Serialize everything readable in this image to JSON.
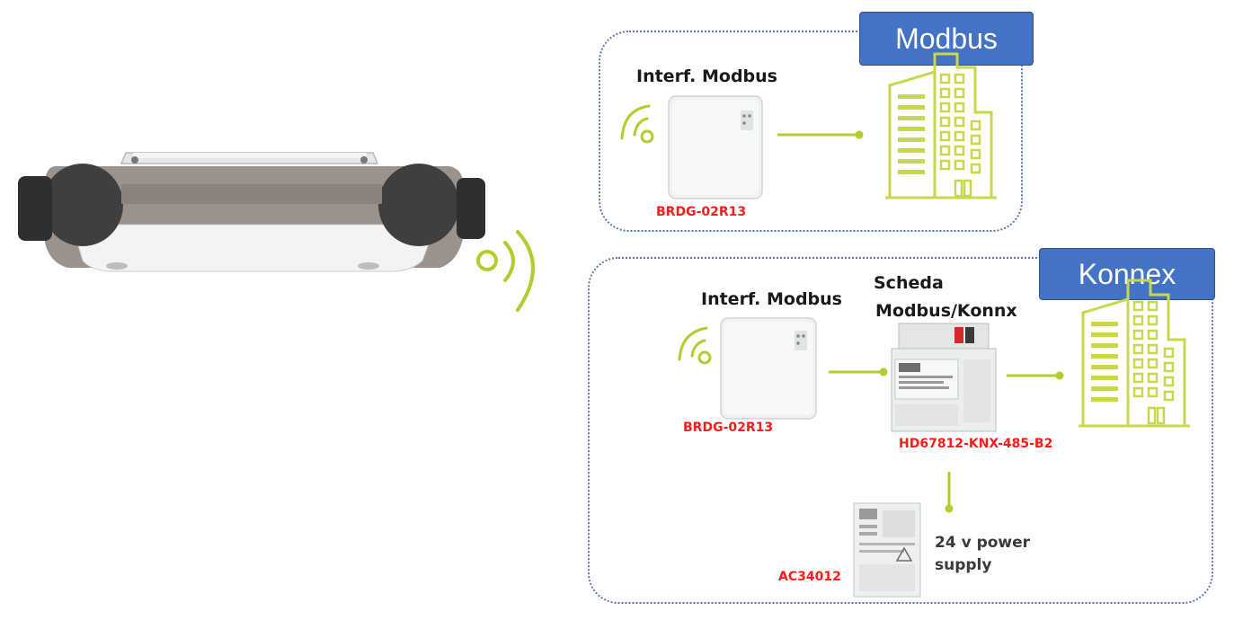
{
  "modbus_panel": {
    "tag": "Modbus",
    "device_title": "Interf. Modbus",
    "device_code": "BRDG-02R13"
  },
  "konnex_panel": {
    "tag": "Konnex",
    "device_title": "Interf. Modbus",
    "device_code": "BRDG-02R13",
    "card_title_line1": "Scheda",
    "card_title_line2": "Modbus/Konnx",
    "card_code": "HD67812-KNX-485-B2",
    "psu_code": "AC34012",
    "psu_label_line1": "24 v power",
    "psu_label_line2": "supply"
  },
  "colors": {
    "accent_green": "#b5cc2e",
    "tag_blue": "#4472c4",
    "code_red": "#ff1a1a",
    "frame_dots": "#5b7bb0"
  },
  "icons": [
    "ventilation-unit-icon",
    "wireless-signal-icon",
    "interface-module-icon",
    "building-icon",
    "din-rail-module-icon",
    "power-supply-icon"
  ]
}
